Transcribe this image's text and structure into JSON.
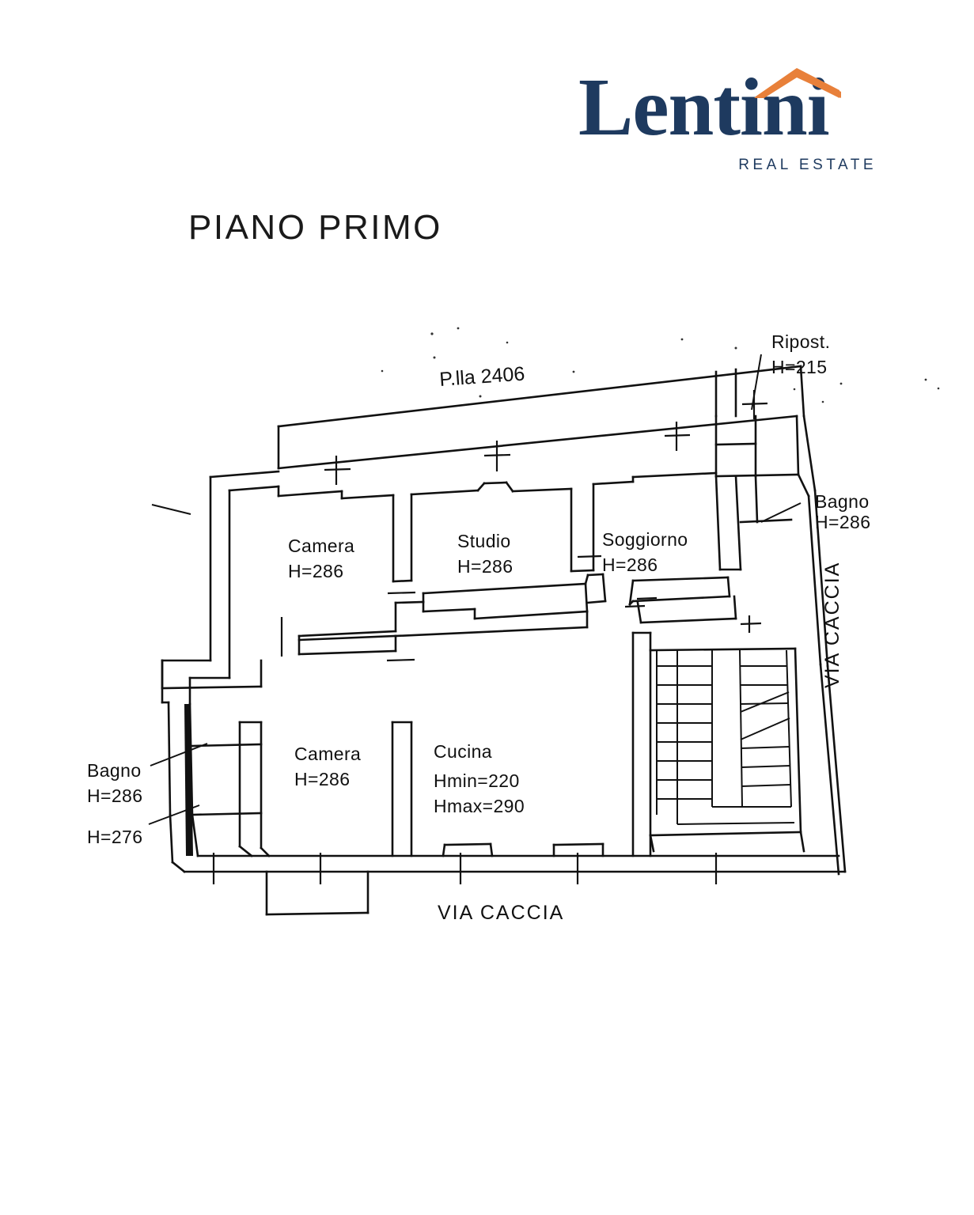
{
  "brand": {
    "wordmark": "Lentini",
    "tagline": "REAL ESTATE",
    "navy": "#1e3a5f",
    "orange": "#e8803a",
    "roof_icon": "roof-icon"
  },
  "page": {
    "title": "PIANO PRIMO"
  },
  "plan": {
    "parcel": "P.lla 2406",
    "rooms": [
      {
        "id": "camera-top",
        "name": "Camera",
        "height": "H=286"
      },
      {
        "id": "studio",
        "name": "Studio",
        "height": "H=286"
      },
      {
        "id": "soggiorno",
        "name": "Soggiorno",
        "height": "H=286"
      },
      {
        "id": "camera-bot",
        "name": "Camera",
        "height": "H=286"
      },
      {
        "id": "cucina",
        "name": "Cucina",
        "height_min": "Hmin=220",
        "height_max": "Hmax=290"
      },
      {
        "id": "ripostiglio",
        "name": "Ripost.",
        "height": "H=215"
      },
      {
        "id": "bagno-right",
        "name": "Bagno",
        "height": "H=286"
      },
      {
        "id": "bagno-left",
        "name": "Bagno",
        "height": "H=286"
      }
    ],
    "extra_height": "H=276",
    "streets": [
      {
        "id": "street-bottom",
        "name": "VIA  CACCIA",
        "orientation": "horizontal"
      },
      {
        "id": "street-right",
        "name": "VIA  CACCIA",
        "orientation": "vertical"
      }
    ]
  }
}
